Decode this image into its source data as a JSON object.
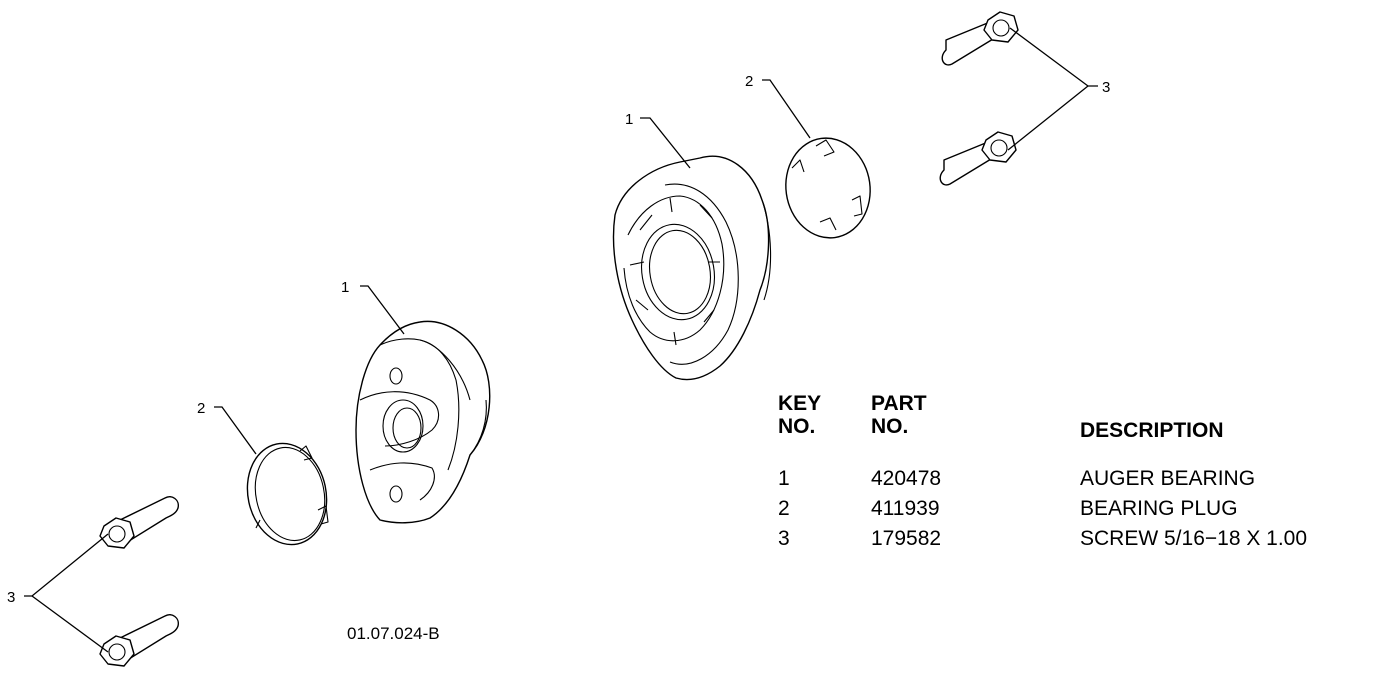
{
  "callouts": {
    "left_bearing": "1",
    "left_plug": "2",
    "left_screws": "3",
    "right_bearing": "1",
    "right_plug": "2",
    "right_screws": "3"
  },
  "figure_ref": "01.07.024-B",
  "parts_table": {
    "headers": {
      "key_line1": "KEY",
      "key_line2": "NO.",
      "part_line1": "PART",
      "part_line2": "NO.",
      "description": "DESCRIPTION"
    },
    "rows": [
      {
        "key": "1",
        "part": "420478",
        "description": "AUGER BEARING"
      },
      {
        "key": "2",
        "part": "411939",
        "description": "BEARING PLUG"
      },
      {
        "key": "3",
        "part": "179582",
        "description": "SCREW 5/16−18 X 1.00"
      }
    ]
  }
}
